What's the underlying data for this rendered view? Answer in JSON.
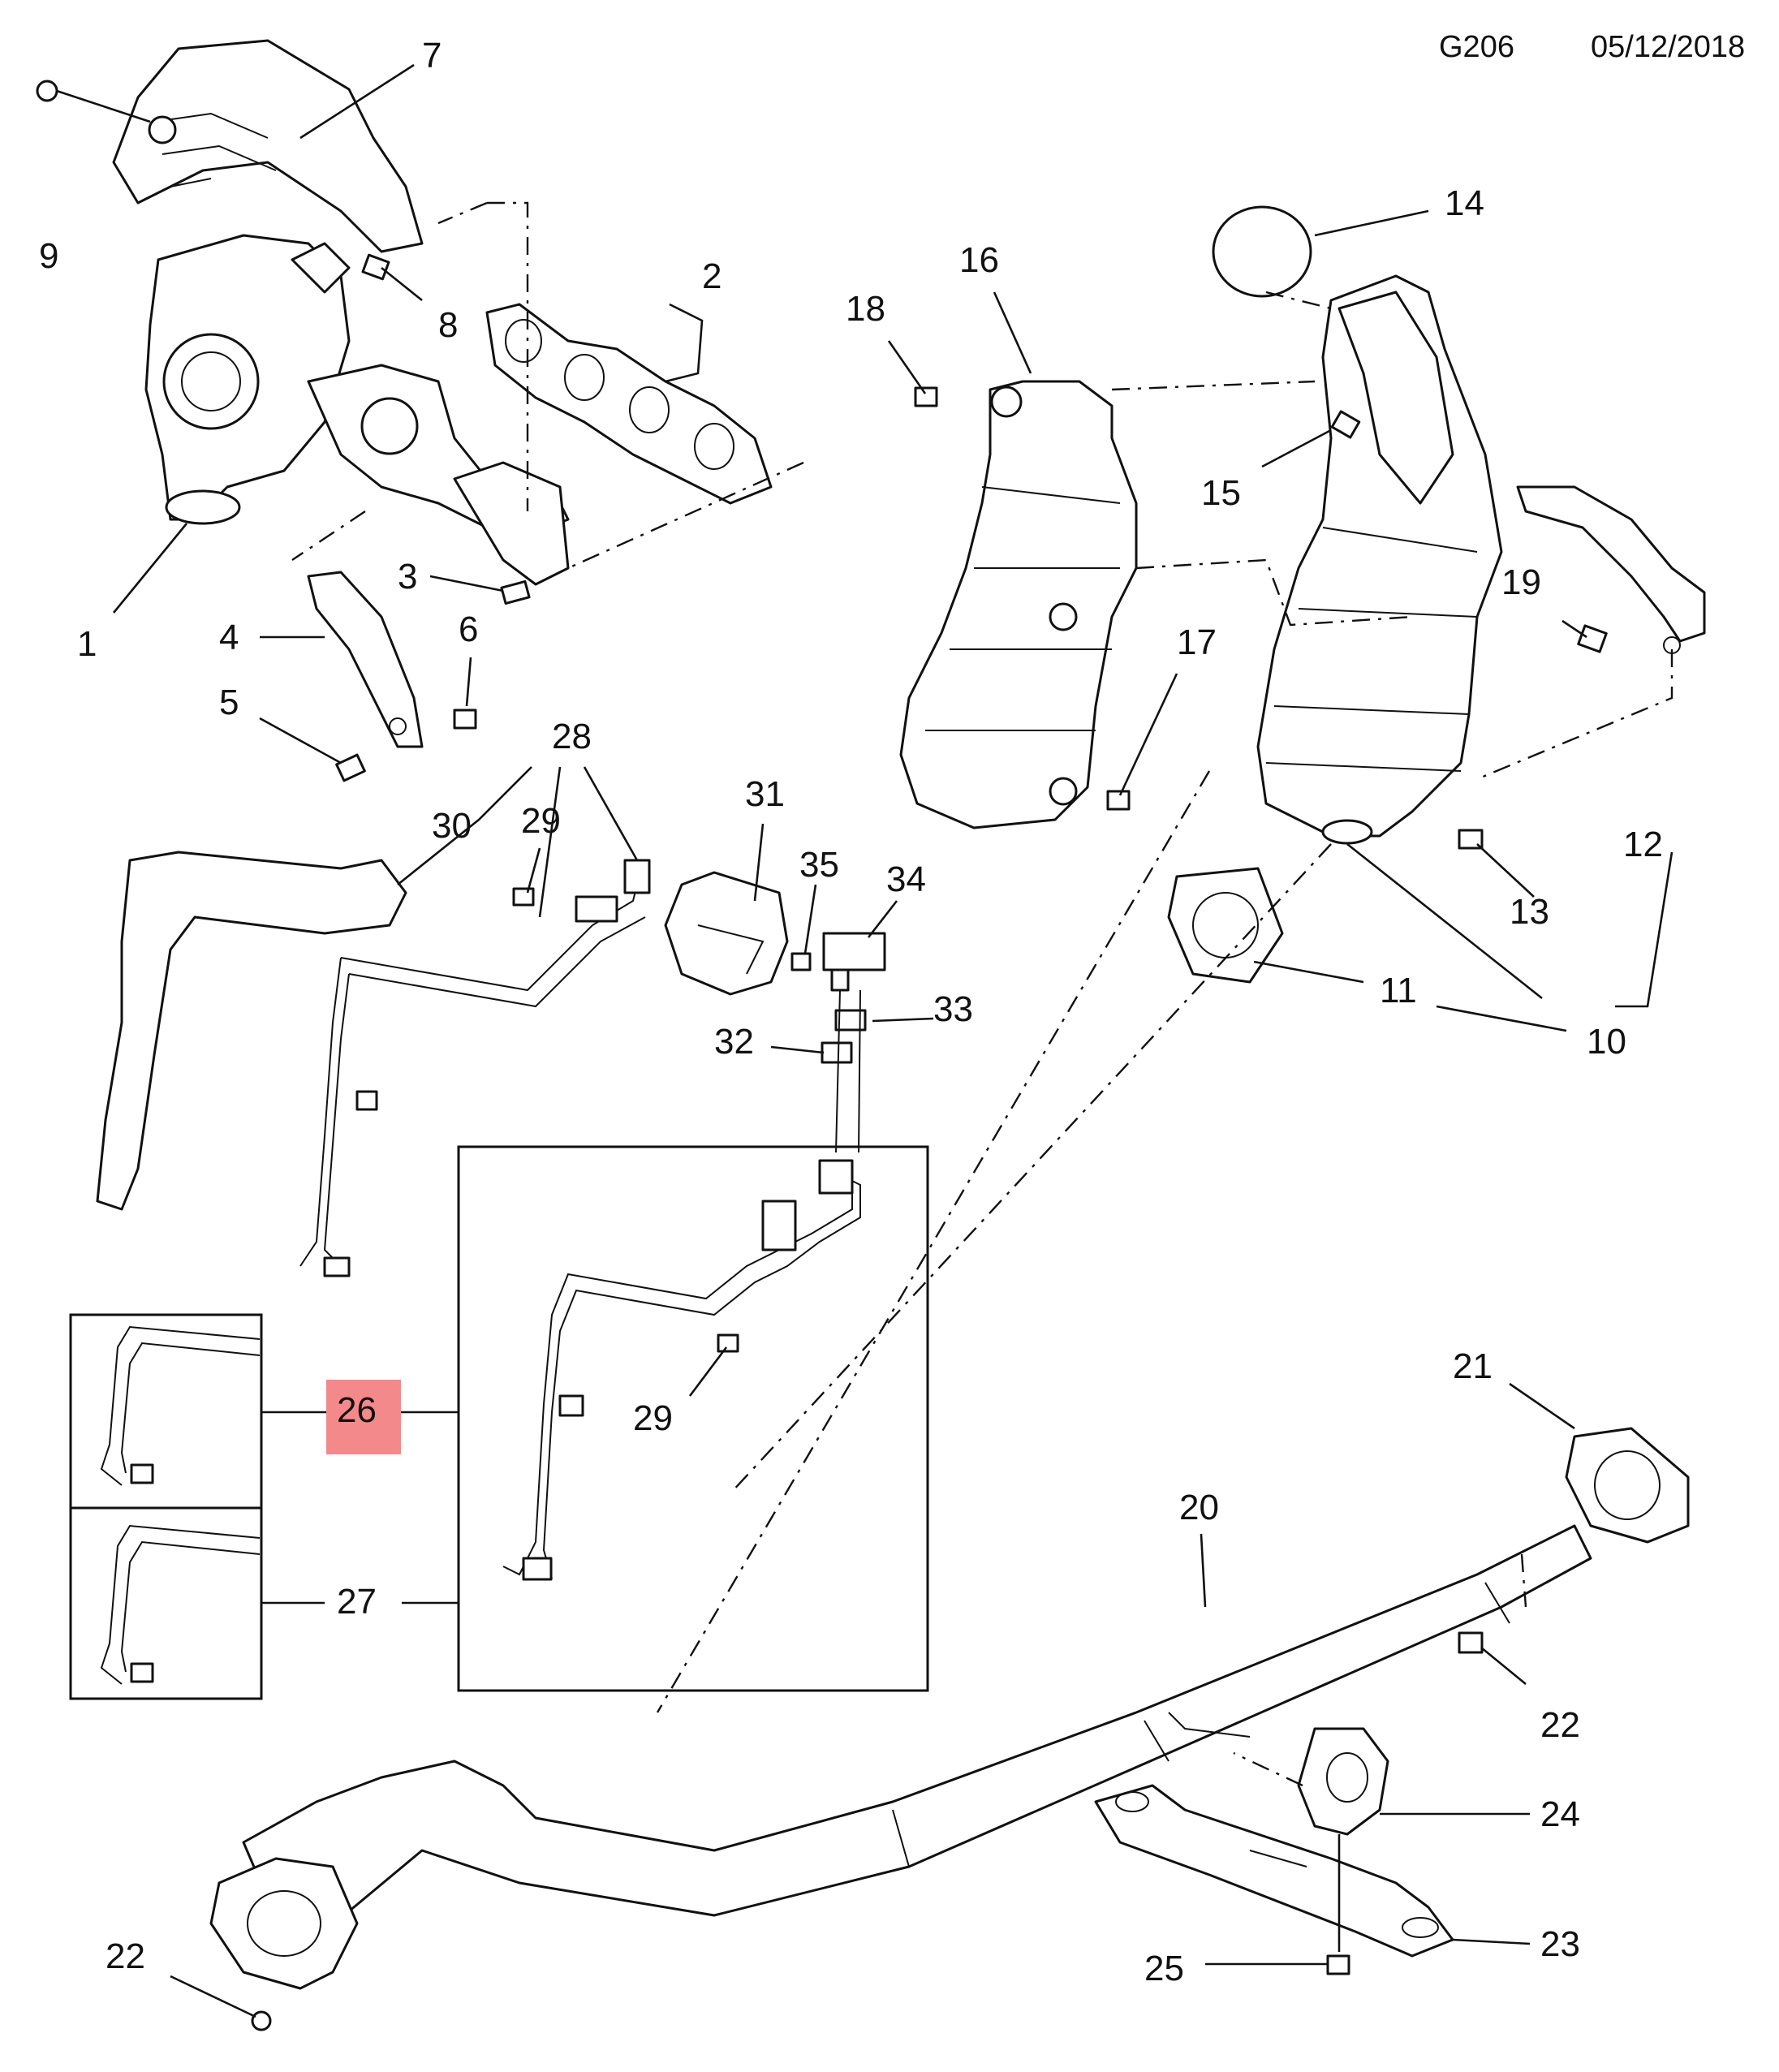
{
  "header": {
    "code": "G206",
    "date": "05/12/2018"
  },
  "callouts": [
    "1",
    "2",
    "3",
    "4",
    "5",
    "6",
    "7",
    "8",
    "9",
    "10",
    "11",
    "12",
    "13",
    "14",
    "15",
    "16",
    "17",
    "18",
    "19",
    "20",
    "21",
    "22",
    "22",
    "23",
    "24",
    "25",
    "26",
    "27",
    "28",
    "29",
    "29",
    "30",
    "31",
    "32",
    "33",
    "34",
    "35"
  ],
  "highlight": {
    "label": "26",
    "color": "#f4898b"
  }
}
